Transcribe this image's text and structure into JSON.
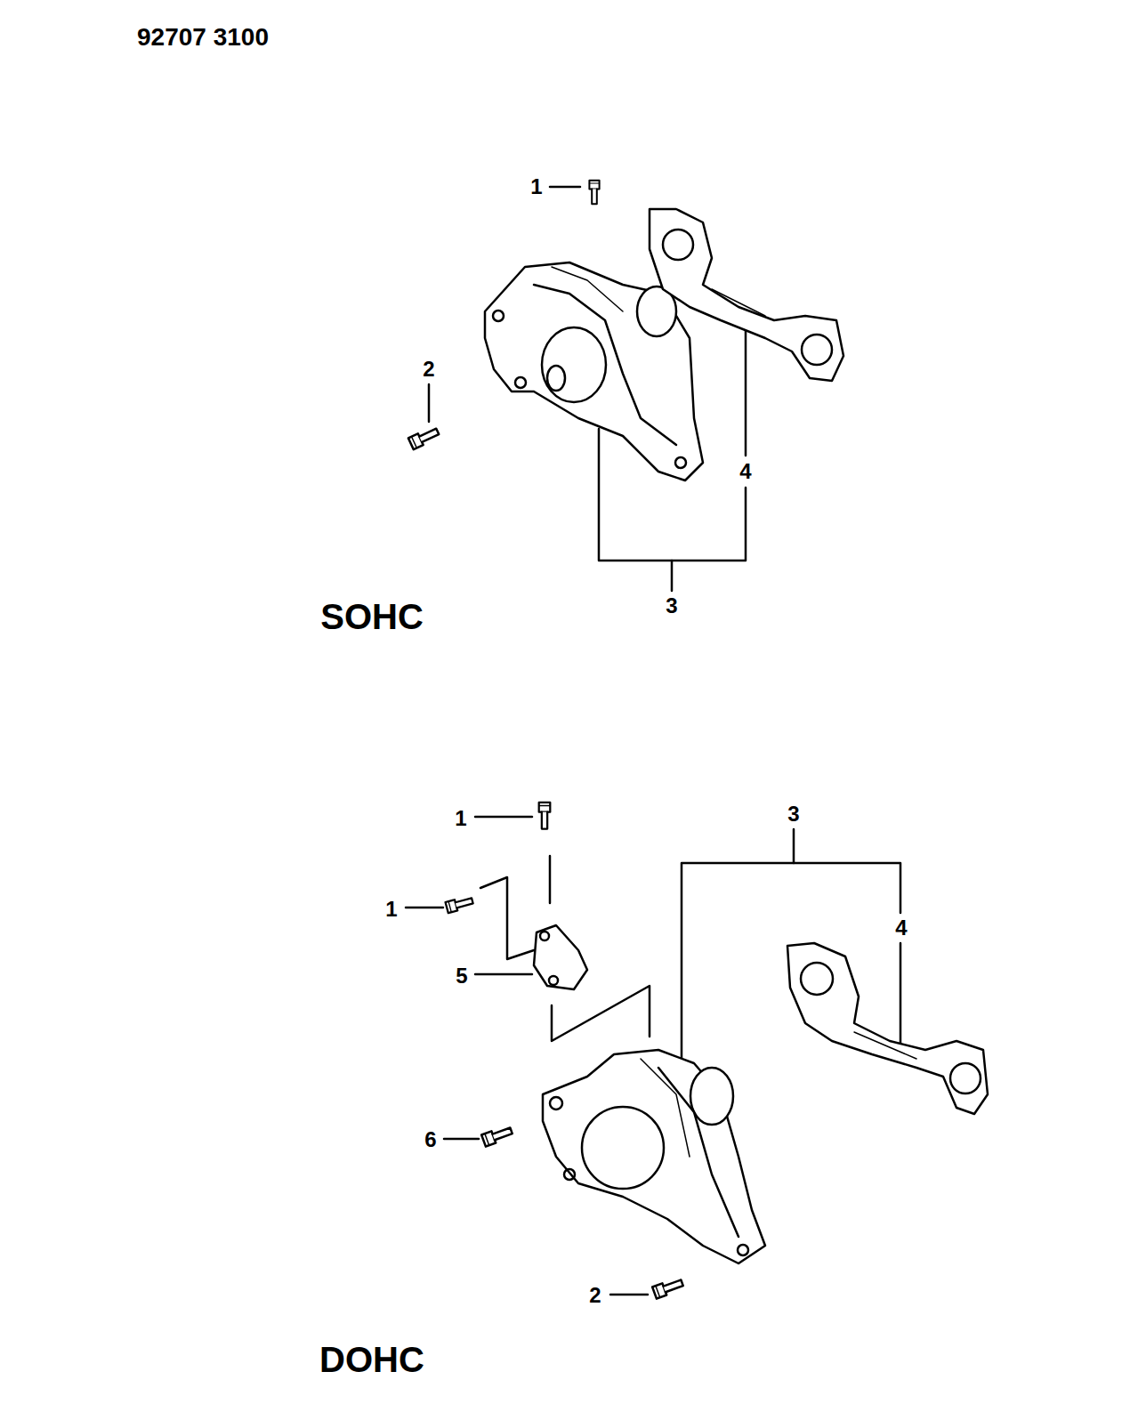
{
  "diagram": {
    "labels": [
      "92707 3100",
      "1",
      "2",
      "4",
      "3",
      "SOHC",
      "3",
      "1",
      "1",
      "4",
      "5",
      "6",
      "2",
      "DOHC"
    ]
  }
}
